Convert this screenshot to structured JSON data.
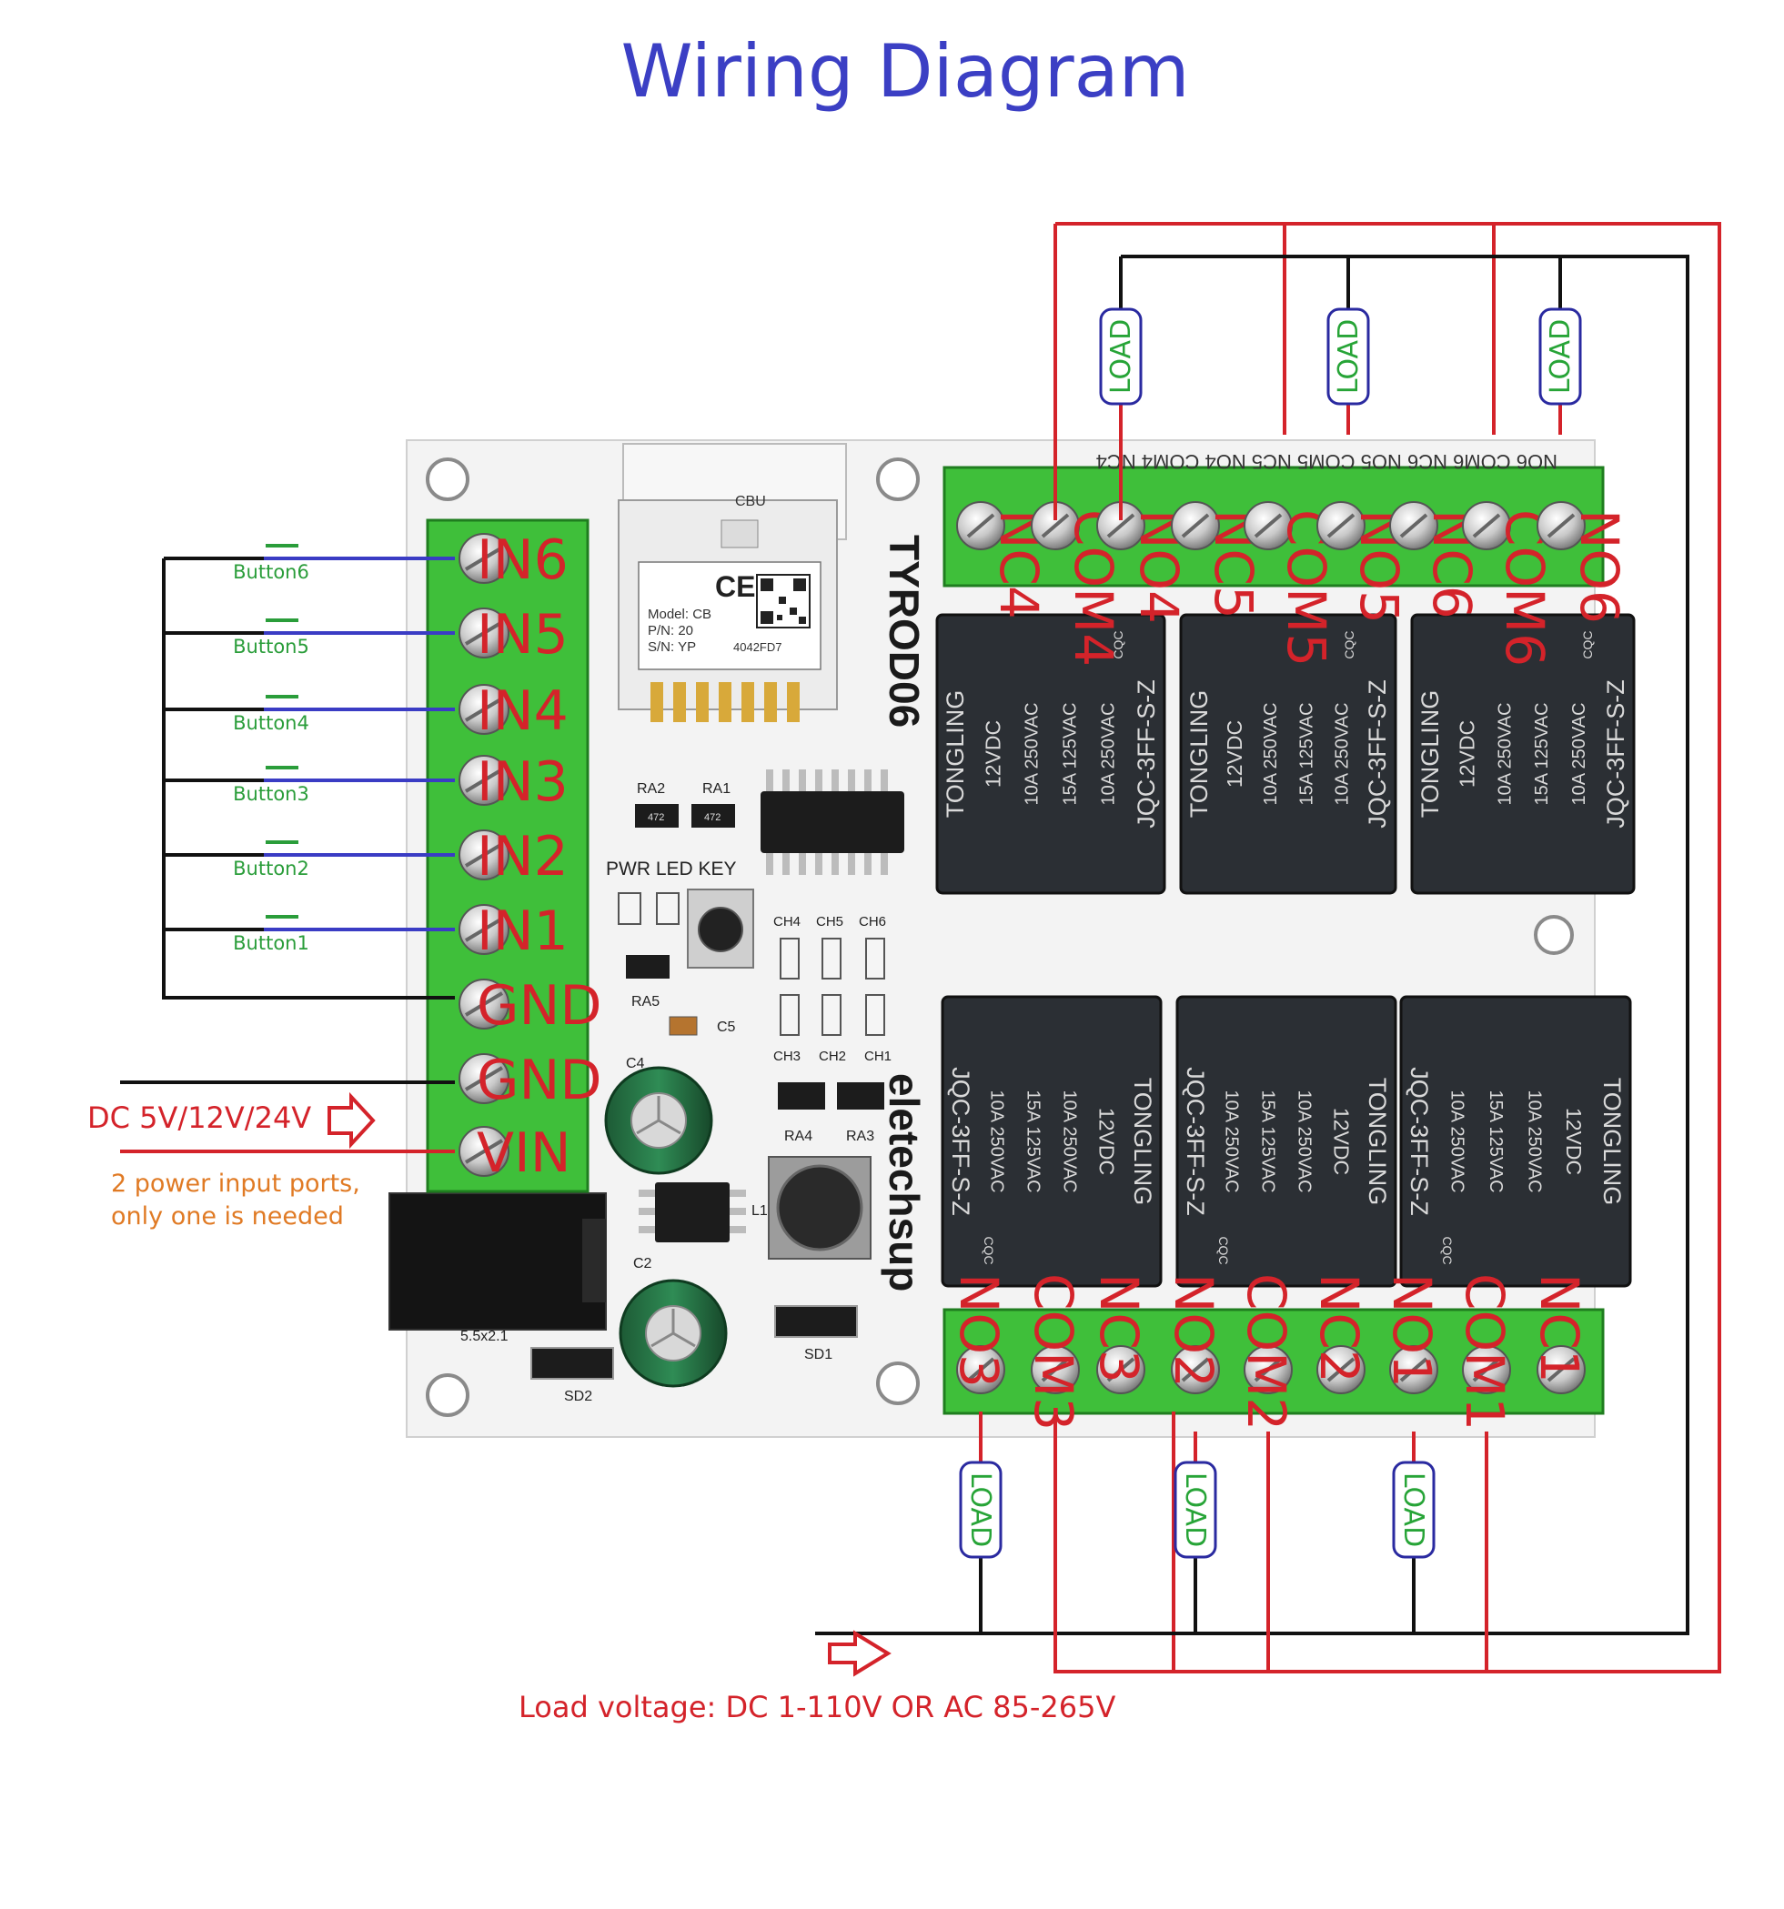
{
  "title": "Wiring Diagram",
  "inputs": [
    "IN6",
    "IN5",
    "IN4",
    "IN3",
    "IN2",
    "IN1",
    "GND",
    "GND",
    "VIN"
  ],
  "buttons": [
    "Button6",
    "Button5",
    "Button4",
    "Button3",
    "Button2",
    "Button1"
  ],
  "power": {
    "label": "DC 5V/12V/24V",
    "note_line1": "2 power input ports,",
    "note_line2": "only one is needed"
  },
  "load_voltage": "Load voltage: DC 1-110V OR AC 85-265V",
  "load_label": "LOAD",
  "top_terminals": [
    "NC4",
    "COM4",
    "NO4",
    "NC5",
    "COM5",
    "NO5",
    "NC6",
    "COM6",
    "NO6"
  ],
  "bottom_terminals": [
    "NO3",
    "COM3",
    "NC3",
    "NO2",
    "COM2",
    "NC2",
    "NO1",
    "COM1",
    "NC1"
  ],
  "top_silk": "NO6 COM6 NC6  NO5 COM5 NC5  NO4 COM4 NC4",
  "board": {
    "model_name": "TYROD06",
    "brand": "eletechsup",
    "module_label": "CBU",
    "module_model": "Model: CB",
    "module_pn": "P/N: 20",
    "module_sn": "S/N: YP",
    "module_code": "4042FD7",
    "ce_mark": "CE",
    "ra2": "RA2",
    "ra1": "RA1",
    "pwr_led_key": "PWR LED KEY",
    "ch_top": [
      "CH4",
      "CH5",
      "CH6"
    ],
    "ch_bottom": [
      "CH3",
      "CH2",
      "CH1"
    ],
    "ra5": "RA5",
    "c5": "C5",
    "c4": "C4",
    "c2": "C2",
    "l1": "L1",
    "ra4": "RA4",
    "ra3": "RA3",
    "sd1": "SD1",
    "sd2": "SD2",
    "jack": "5.5x2.1",
    "resistor_code": "472"
  },
  "relay": {
    "brand": "TONGLING",
    "voltage": "12VDC",
    "rating1": "10A 250VAC",
    "rating2": "15A 125VAC",
    "rating3": "10A 250VAC",
    "model": "JQC-3FF-S-Z",
    "cqc": "CQC"
  },
  "colors": {
    "title": "#3b3fc4",
    "wire_red": "#d4232a",
    "wire_black": "#111111",
    "wire_blue": "#3a3cc4",
    "button_green": "#2a9d3a",
    "load_green": "#27a437",
    "load_border": "#2a2aa0",
    "note_orange": "#e07a24",
    "terminal_green": "#3fbf3a",
    "relay_body": "#2b2f34"
  }
}
